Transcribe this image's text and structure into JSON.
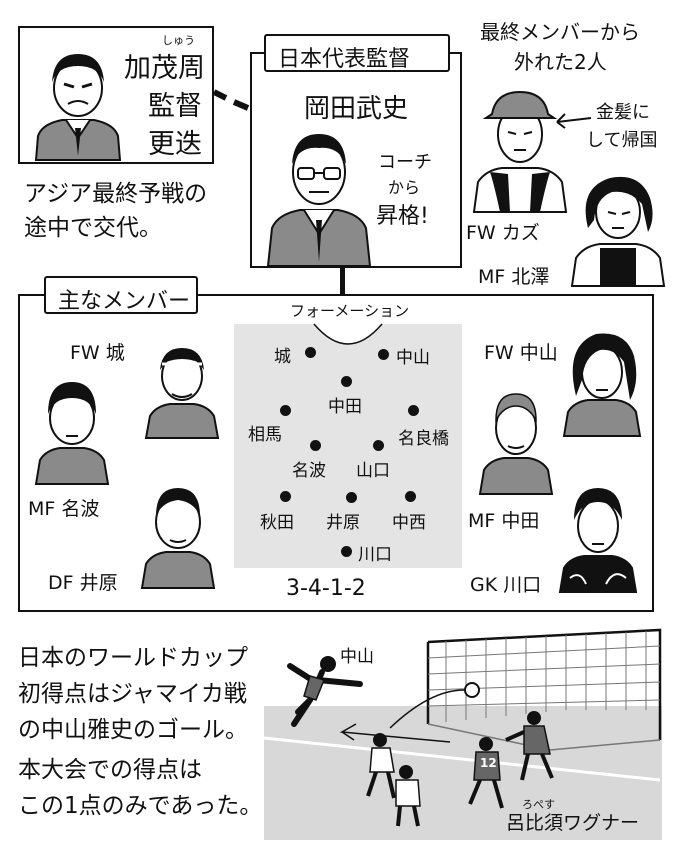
{
  "previous_coach": {
    "ruby": "しゅう",
    "line1": "加茂周",
    "line2": "監督",
    "line3": "更迭"
  },
  "previous_note": [
    "アジア最終予戦の",
    "途中で交代。"
  ],
  "coach": {
    "tab": "日本代表監督",
    "name": "岡田武史",
    "note": [
      "コーチ",
      "から",
      "昇格!"
    ]
  },
  "excluded": {
    "heading": [
      "最終メンバーから",
      "外れた2人"
    ],
    "kazu_label": "FW カズ",
    "kazu_note": [
      "金髪に",
      "して帰国"
    ],
    "kitazawa_label": "MF 北澤"
  },
  "members": {
    "tab": "主なメンバー",
    "formation_title": "フォーメーション",
    "formation": "3-4-1-2",
    "players": [
      {
        "pos": "FW",
        "name": "城"
      },
      {
        "pos": "MF",
        "name": "名波"
      },
      {
        "pos": "DF",
        "name": "井原"
      },
      {
        "pos": "FW",
        "name": "中山"
      },
      {
        "pos": "MF",
        "name": "中田"
      },
      {
        "pos": "GK",
        "name": "川口"
      }
    ],
    "pitch": {
      "jo": "城",
      "nakayama": "中山",
      "nakata": "中田",
      "soma": "相馬",
      "narahashi": "名良橋",
      "nanami": "名波",
      "yamaguchi": "山口",
      "akita": "秋田",
      "ihara": "井原",
      "nakanishi": "中西",
      "kawaguchi": "川口"
    }
  },
  "goal_story": {
    "text": [
      "日本のワールドカップ",
      "初得点はジャマイカ戦",
      "の中山雅史のゴール。",
      "本大会での得点は",
      "この1点のみであった。"
    ],
    "scorer_label": "中山",
    "keeper_ruby": "ろぺす",
    "keeper_label": "呂比須ワグナー",
    "shirt_number": "12"
  }
}
